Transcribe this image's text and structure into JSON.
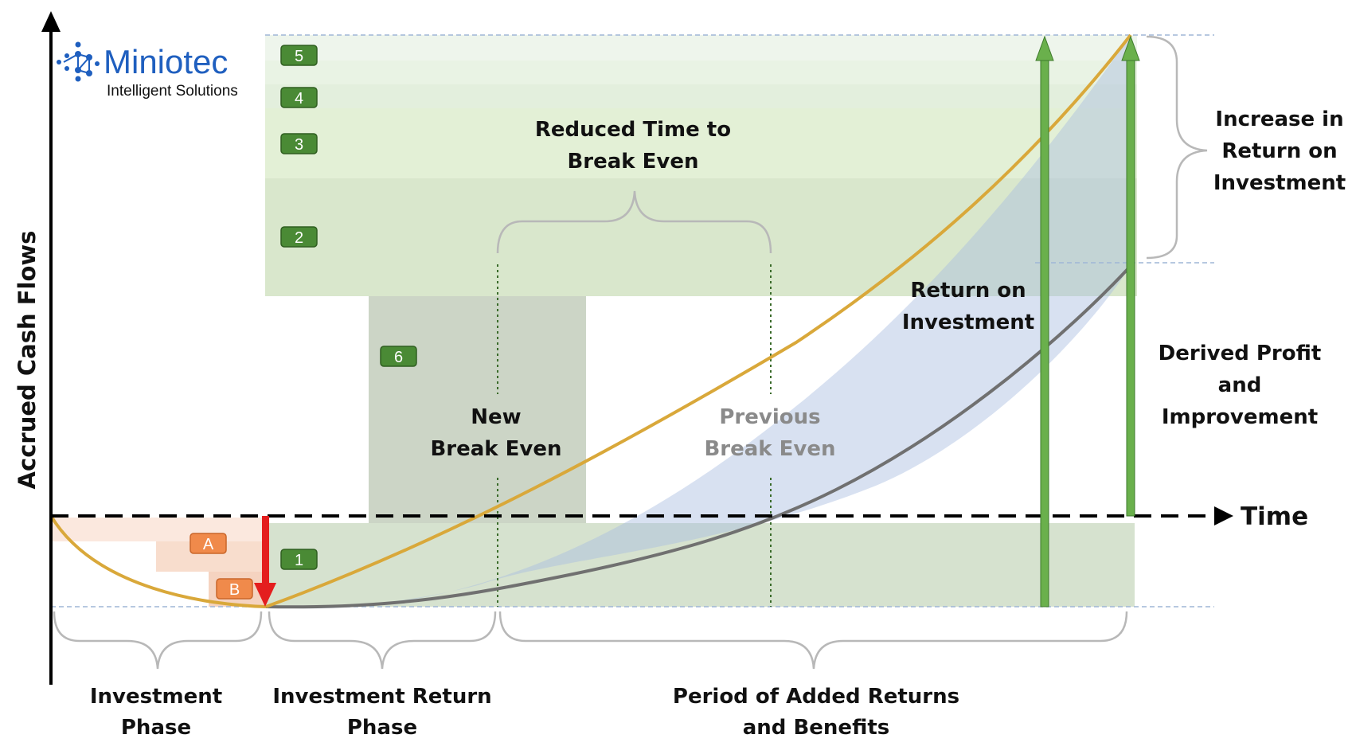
{
  "logo": {
    "name": "Miniotec",
    "tagline": "Intelligent Solutions"
  },
  "axes": {
    "y_label": "Accrued Cash Flows",
    "x_label": "Time"
  },
  "badges": {
    "n1": "1",
    "n2": "2",
    "n3": "3",
    "n4": "4",
    "n5": "5",
    "n6": "6",
    "a": "A",
    "b": "B"
  },
  "labels": {
    "reduced_time_1": "Reduced Time to",
    "reduced_time_2": "Break Even",
    "increase_1": "Increase in",
    "increase_2": "Return on",
    "increase_3": "Investment",
    "roi_1": "Return on",
    "roi_2": "Investment",
    "derived_1": "Derived Profit",
    "derived_2": "and",
    "derived_3": "Improvement",
    "new_be_1": "New",
    "new_be_2": "Break Even",
    "prev_be_1": "Previous",
    "prev_be_2": "Break Even",
    "phase_inv_1": "Investment",
    "phase_inv_2": "Phase",
    "phase_ret_1": "Investment Return",
    "phase_ret_2": "Phase",
    "phase_added_1": "Period of Added Returns",
    "phase_added_2": "and Benefits"
  },
  "colors": {
    "new_curve": "#d9a83a",
    "old_curve": "#707070",
    "investment_arrow": "#e41e1e",
    "return_arrows": "#6ab04c",
    "badge_green": "#4a8a35",
    "badge_orange": "#f08a4b",
    "logo_blue": "#1f5fbf"
  }
}
